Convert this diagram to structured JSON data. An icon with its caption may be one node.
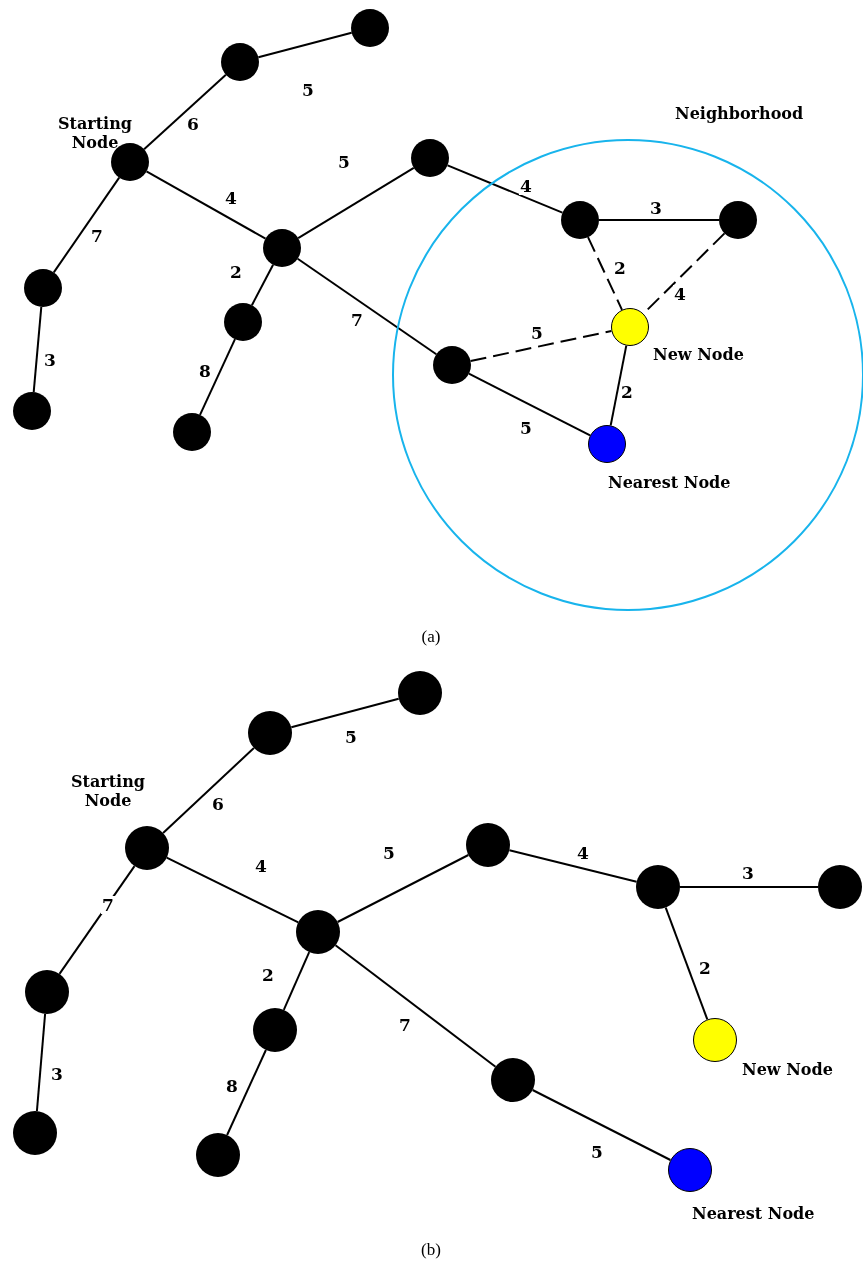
{
  "diagram": {
    "nodes": [
      {
        "text": [],
        "shape": "circle"
      },
      {
        "text": [],
        "shape": "circle"
      },
      {
        "text": [],
        "shape": "circle",
        "beside": [
          "Starting Node"
        ]
      },
      {
        "text": [],
        "shape": "circle"
      },
      {
        "text": [],
        "shape": "circle"
      },
      {
        "text": [],
        "shape": "circle"
      },
      {
        "text": [],
        "shape": "circle"
      },
      {
        "text": [],
        "shape": "circle"
      },
      {
        "text": [],
        "shape": "circle"
      },
      {
        "text": [
          "Neighborhood"
        ]
      },
      {
        "text": [],
        "shape": "circle",
        "in": 9
      },
      {
        "text": [],
        "shape": "circle",
        "in": 9
      },
      {
        "text": [],
        "shape": "circle",
        "in": 9,
        "beside": [
          "New Node"
        ]
      },
      {
        "text": [],
        "shape": "circle",
        "in": 9
      },
      {
        "text": [],
        "shape": "circle",
        "in": 9,
        "beside": [
          "Nearest Node"
        ]
      },
      {
        "text": [],
        "shape": "circle"
      },
      {
        "text": [],
        "shape": "circle"
      },
      {
        "text": [],
        "shape": "circle",
        "beside": [
          "Starting Node"
        ]
      },
      {
        "text": [],
        "shape": "circle"
      },
      {
        "text": [],
        "shape": "circle"
      },
      {
        "text": [],
        "shape": "circle"
      },
      {
        "text": [],
        "shape": "circle"
      },
      {
        "text": [],
        "shape": "circle"
      },
      {
        "text": [],
        "shape": "circle"
      },
      {
        "text": [],
        "shape": "circle"
      },
      {
        "text": [],
        "shape": "circle"
      },
      {
        "text": [],
        "shape": "circle",
        "beside": [
          "New Node"
        ]
      },
      {
        "text": [],
        "shape": "circle"
      },
      {
        "text": [],
        "shape": "circle",
        "beside": [
          "Nearest Node"
        ]
      }
    ],
    "edges": [
      {
        "from": 2,
        "to": 1,
        "arrow": "none",
        "label": "6"
      },
      {
        "from": 1,
        "to": 0,
        "arrow": "none",
        "label": "5"
      },
      {
        "from": 2,
        "to": 3,
        "arrow": "none",
        "label": "7"
      },
      {
        "from": 3,
        "to": 4,
        "arrow": "none",
        "label": "3"
      },
      {
        "from": 2,
        "to": 5,
        "arrow": "none",
        "label": "4"
      },
      {
        "from": 5,
        "to": 6,
        "arrow": "none",
        "label": "2"
      },
      {
        "from": 6,
        "to": 7,
        "arrow": "none",
        "label": "8"
      },
      {
        "from": 5,
        "to": 8,
        "arrow": "none",
        "label": "5"
      },
      {
        "from": 8,
        "to": 10,
        "arrow": "none",
        "label": "4"
      },
      {
        "from": 10,
        "to": 11,
        "arrow": "none",
        "label": "3"
      },
      {
        "from": 5,
        "to": 13,
        "arrow": "none",
        "label": "7"
      },
      {
        "from": 13,
        "to": 14,
        "arrow": "none",
        "label": "5"
      },
      {
        "from": 14,
        "to": 12,
        "arrow": "none",
        "label": "2"
      },
      {
        "from": 10,
        "to": 12,
        "arrow": "none",
        "label": "2",
        "style": "dashed"
      },
      {
        "from": 11,
        "to": 12,
        "arrow": "none",
        "label": "4",
        "style": "dashed"
      },
      {
        "from": 13,
        "to": 12,
        "arrow": "none",
        "label": "5",
        "style": "dashed"
      },
      {
        "from": 17,
        "to": 16,
        "arrow": "none",
        "label": "6"
      },
      {
        "from": 16,
        "to": 15,
        "arrow": "none",
        "label": "5"
      },
      {
        "from": 17,
        "to": 18,
        "arrow": "none",
        "label": "7"
      },
      {
        "from": 18,
        "to": 19,
        "arrow": "none",
        "label": "3"
      },
      {
        "from": 17,
        "to": 20,
        "arrow": "none",
        "label": "4"
      },
      {
        "from": 20,
        "to": 21,
        "arrow": "none",
        "label": "2"
      },
      {
        "from": 21,
        "to": 22,
        "arrow": "none",
        "label": "8"
      },
      {
        "from": 20,
        "to": 23,
        "arrow": "none",
        "label": "5"
      },
      {
        "from": 23,
        "to": 24,
        "arrow": "none",
        "label": "4"
      },
      {
        "from": 24,
        "to": 25,
        "arrow": "none",
        "label": "3"
      },
      {
        "from": 24,
        "to": 26,
        "arrow": "none",
        "label": "2"
      },
      {
        "from": 20,
        "to": 27,
        "arrow": "none",
        "label": "7"
      },
      {
        "from": 27,
        "to": 28,
        "arrow": "none",
        "label": "5"
      }
    ],
    "labels": [
      "(a)",
      "(b)"
    ]
  }
}
